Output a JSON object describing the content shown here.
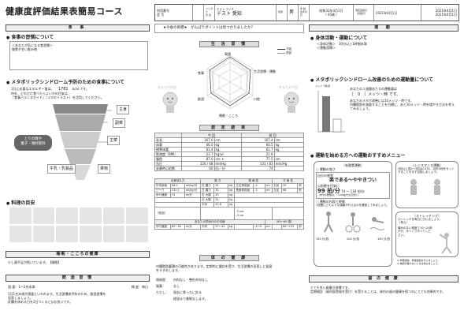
{
  "title": "健康度評価結果表簡易コース",
  "header": {
    "c1_label": "利用番号",
    "c1_sub": "会 号",
    "c2_label": "フリガナ",
    "c2_sub": "氏 名",
    "c2_kana": "テスト アイチ",
    "c2_name": "テスト 愛知",
    "c3_label": "性別",
    "c3_val": "男",
    "c4_label": "年 齢",
    "c4_sub": "生年月日",
    "c4_dob": "昭和32年4月1日",
    "c4_age": "（ 65歳 ）",
    "c5_label": "測定実施日",
    "c5_sub": "（評価日）",
    "c5_date": "2021年4月1日",
    "c6_date": "2021年4月1日",
    "c6_date2": "2021年4月1日"
  },
  "left": {
    "meal_header": "食 事",
    "meal_status_title": "食事の習慣について",
    "meal_box_1": "＜あなたが気になる食習慣＞",
    "meal_box_2": "間食や甘い飲み物",
    "metabo_title": "メタボリックシンドローム予防のための食事について",
    "metabo_text_1": "1日に必要なエネルギー量は、",
    "metabo_kcal": "1781",
    "metabo_unit": "kcal",
    "metabo_text_2": "です。",
    "metabo_text_3": "何を、どれだけ食べたらよいかの目安は、",
    "metabo_text_4": "「食事バランスガイド」（コマのイラスト）を活用してください。",
    "guide_left_1": "とりの数や",
    "guide_left_2": "菓子・嗜好飲料",
    "guide_label_staple": "主食",
    "guide_label_side": "副菜",
    "guide_label_main": "主菜",
    "guide_label_milk": "牛乳・乳製品",
    "guide_label_fruit": "果物",
    "cooking_title": "料理の目安",
    "sleep_header": "睡眠・こころの健康",
    "sleep_text": "少し寝不足が続いています。【睡眠】",
    "drink_header": "飲 酒 習 慣",
    "drink_amount_label": "酒 量：",
    "drink_amount": "1～2合未満",
    "drink_freq_label": "頻 度：",
    "drink_freq": "毎日",
    "drink_text_1": "1日1合未満が適量といわれます。生活習慣病予防のため、飲酒習慣を",
    "drink_text_2": "見直しましょう。",
    "drink_text_3": "肝臓を休める日を2日つくるとなお良いです。"
  },
  "middle": {
    "goal": "★今後の目標★　がんばりポイントは見つかりましたか？",
    "radar_title": "生 活 習 慣",
    "legend_1": "今回",
    "legend_2": "前回",
    "radar_axes": [
      "喫煙",
      "生活習慣・運動",
      "口腔",
      "睡眠・こころ",
      "飲酒",
      "食事"
    ],
    "char_left": "あなたの前回",
    "char_right": "あなたの今回",
    "measure_title": "測 定 結 果",
    "col_current": "今 回",
    "col_prev": "前 回",
    "rows": [
      {
        "label": "身長",
        "cur": "167.0",
        "unit": "cm",
        "prev": "167.4",
        "punit": "cm"
      },
      {
        "label": "体重",
        "cur": "66.0",
        "unit": "kg",
        "prev": "60.5",
        "punit": "kg"
      },
      {
        "label": "標準体重",
        "cur": "61.4",
        "unit": "kg",
        "prev": "61.7",
        "punit": "kg"
      },
      {
        "label": "肥満度（BMI）",
        "cur": "23.7",
        "unit": "kg/㎡",
        "prev": "21.6",
        "punit": ""
      },
      {
        "label": "腹囲",
        "cur": "87.0",
        "unit": "cm ＊",
        "prev": "77.5",
        "punit": "cm"
      },
      {
        "label": "血圧",
        "cur": "126 / 68",
        "unit": "mmHg",
        "prev": "131 / 83",
        "punit": "mm/Hg"
      },
      {
        "label": "安静時心拍数",
        "cur": "60",
        "unit": "回／分",
        "prev": "74",
        "punit": ""
      }
    ],
    "fit_h1": "全身持久力",
    "fit_h2": "筋 力",
    "fit_h3": "柔 軟 性",
    "fit_h4": "平 衡 性",
    "fit_r1": [
      "平均余裕",
      "56.0",
      "ml/kg/分",
      "右 握力",
      "34",
      "kg",
      "立位体前屈",
      "-4",
      "cm",
      "右足",
      "19",
      "秒"
    ],
    "fit_r2": [
      "ピーク",
      "132.1",
      "ml/kg/分",
      "左 握力",
      "32",
      "kg",
      "長座体前屈",
      "-2",
      "cm",
      "左足",
      "66",
      "秒"
    ],
    "fit_r3": [
      "歩行速度",
      "74",
      "m/分",
      "右 大腿",
      "33",
      "kg",
      "",
      "",
      "",
      "",
      "",
      ""
    ],
    "fit_r4": [
      "",
      "",
      "",
      "左 大腿",
      "32",
      "kg",
      "",
      "",
      "",
      "",
      "",
      ""
    ],
    "fit_r5": [
      "",
      "",
      "",
      "平均",
      "32.8",
      "kg",
      "",
      "",
      "",
      "",
      "",
      ""
    ],
    "fit_prev": "（前回）",
    "fit_prev_vals": [
      "-3",
      "cm",
      "-2",
      "cm"
    ],
    "fit_avg_label": "あなたの同世代の平均値",
    "fit_age_range": "（65～69 歳）",
    "fit_avg_row": [
      "歩行速度",
      "62～55",
      "m/分",
      "平均",
      "37～42",
      "kg",
      "",
      "-4～5",
      "cm",
      "",
      "60～132",
      "秒"
    ],
    "health_title": "体 の 健 康",
    "health_text_1": "内臓脂肪蓄積の可能性があります。定期的に健診を受け、生活習慣の見直しに留意",
    "health_text_2": "をすすめします。",
    "health_l1": "現病歴：",
    "health_v1": "内科なし・整形外科なし",
    "health_l2": "服薬：",
    "health_v2": "なし",
    "health_l3": "ただし：",
    "health_v3": "過去に骨ったに診る",
    "health_v4": "経過まで着眼なします。"
  },
  "right": {
    "exercise_header": "運 動",
    "body_title": "身体活動・運動について",
    "body_text_1": "＜身体活動＞　30分以上1時間未満",
    "body_text_2": "＜運動習慣＞",
    "metabo_ex_title": "メタボリックシンドローム改善のための運動量について",
    "bar_unit": "メッツ・時/週",
    "bar_values": [
      45,
      16
    ],
    "ex_text_1": "あなたの１週間あたりの運動量は",
    "ex_val": "［　0　］メッツ・時 です。",
    "ex_text_2": "あなたのメタボ改善には10メッツ・時です。",
    "ex_text_3": "内臓脂肪を減量することを目標に、あと10メッツ・時を増やす方法を考えてみましょう。",
    "menu_title": "運動を始める方への運動おすすめメニュー",
    "aerobic_title": "〔有酸素運動〕",
    "aerobic_1": "○ 運動の強さ",
    "aerobic_2": "自分の感覚",
    "aerobic_3": "楽である～ややきつい",
    "aerobic_4": "心拍数を目安に",
    "aerobic_5": "99 拍/分",
    "aerobic_6": "74 ～ 118 拍/分",
    "aerobic_7": "（あやの数値は、～108拍/分を目安に）",
    "aerobic_8": "○ 運動の内容と時間",
    "aerobic_9": "1週間にどのような運動が行えるかを確認してみましょう。",
    "aerobic_times": [
      "150 分/週",
      "200 分/週",
      "150 分/週"
    ],
    "resist_title": "〔レジスタンス運動〕",
    "resist_text": "2回以上週2～3回はCUTE。1回10回をセットすることをまず目指しましょう。",
    "stretch_title": "〔ストレッチング〕",
    "stretch_text_1": "ストレッチを毎日に行いましょう。",
    "stretch_text_2": "（例え）",
    "stretch_text_3": "痛みのない程度で10～20秒かけ、ゆっくり行ってください。",
    "note_1": "※ 準備運動、整理運動を行いましょう。",
    "note_2": "※ 体調が優れないときは休みましょう。",
    "mouth_header": "歯 の 健 康",
    "mouth_text_1": "とても良い歯磨き習慣です。",
    "mouth_text_2": "定期検診（歯科医院歯を受け）を受けることは、体内の歯の健康を保つのにとても効果的です。"
  }
}
